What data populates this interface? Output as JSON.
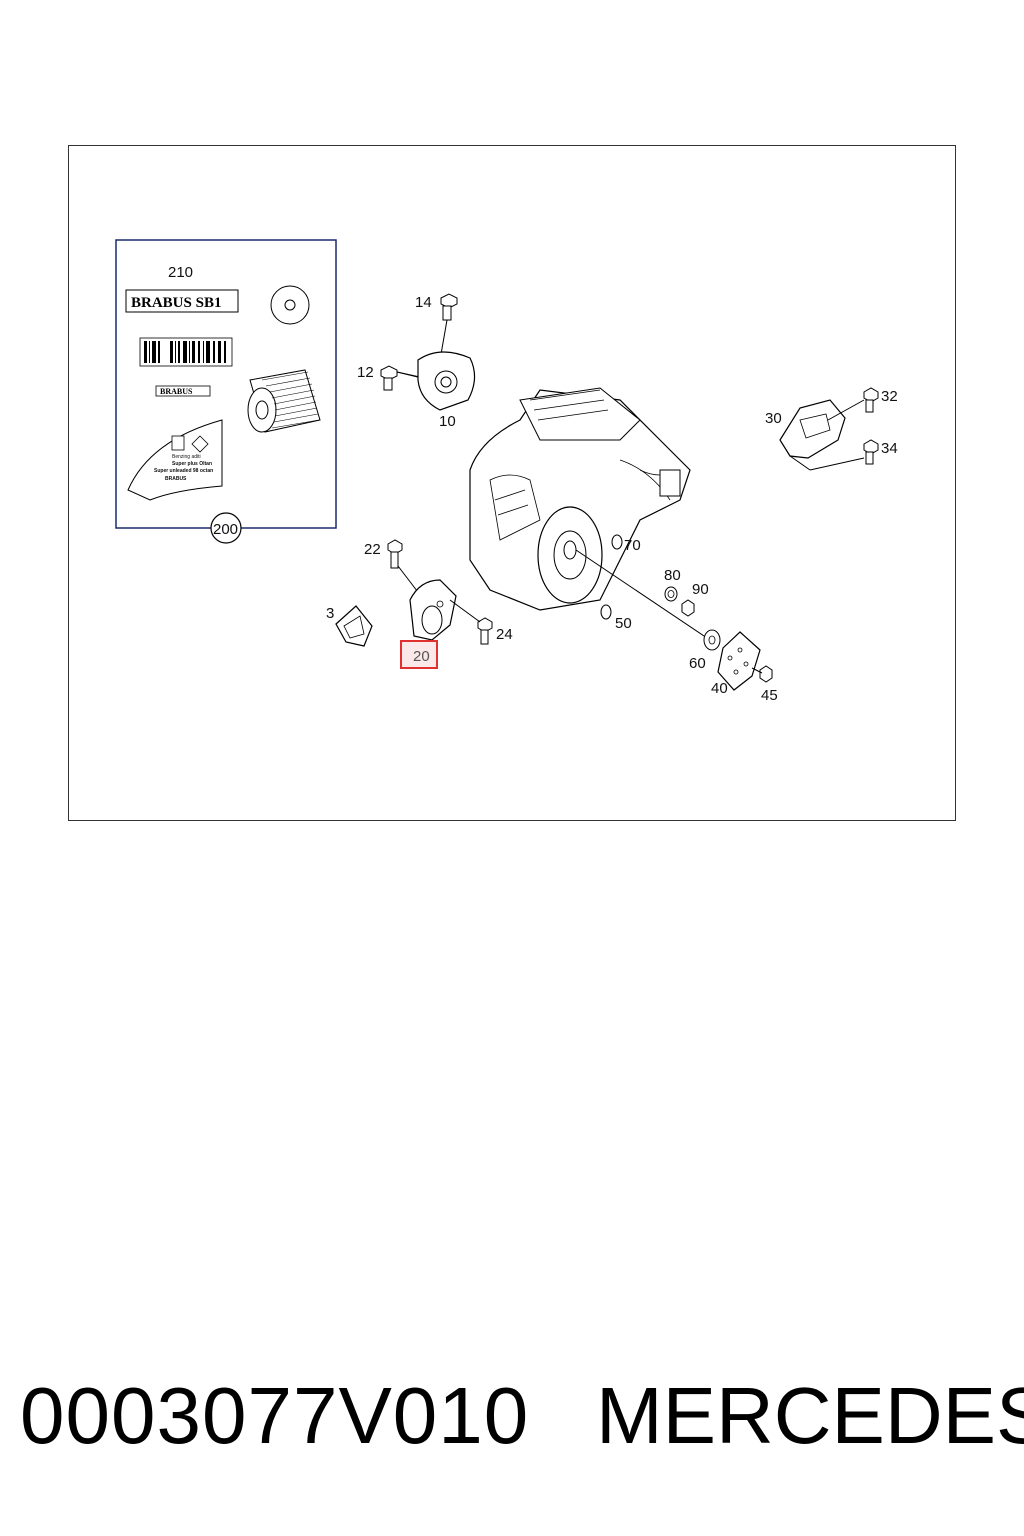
{
  "diagram": {
    "callouts": {
      "c210": "210",
      "c200": "200",
      "c14": "14",
      "c12": "12",
      "c10": "10",
      "c30": "30",
      "c32": "32",
      "c34": "34",
      "c22": "22",
      "c3": "3",
      "c24": "24",
      "c20": "20",
      "c70": "70",
      "c80": "80",
      "c90": "90",
      "c50": "50",
      "c60": "60",
      "c40": "40",
      "c45": "45"
    },
    "highlighted_callout": "20",
    "highlight_color": "#e03030",
    "kit_labels": {
      "logo_text": "BRABUS SB1",
      "small_logo": "BRABUS",
      "sticker_line1": "Benzing aditi",
      "sticker_line2": "Super plus Oltan",
      "sticker_line3": "Super unleaded 98 octan",
      "sticker_line4": "BRABUS"
    }
  },
  "footer": {
    "part_number": "0003077V010",
    "brand": "MERCEDES"
  }
}
